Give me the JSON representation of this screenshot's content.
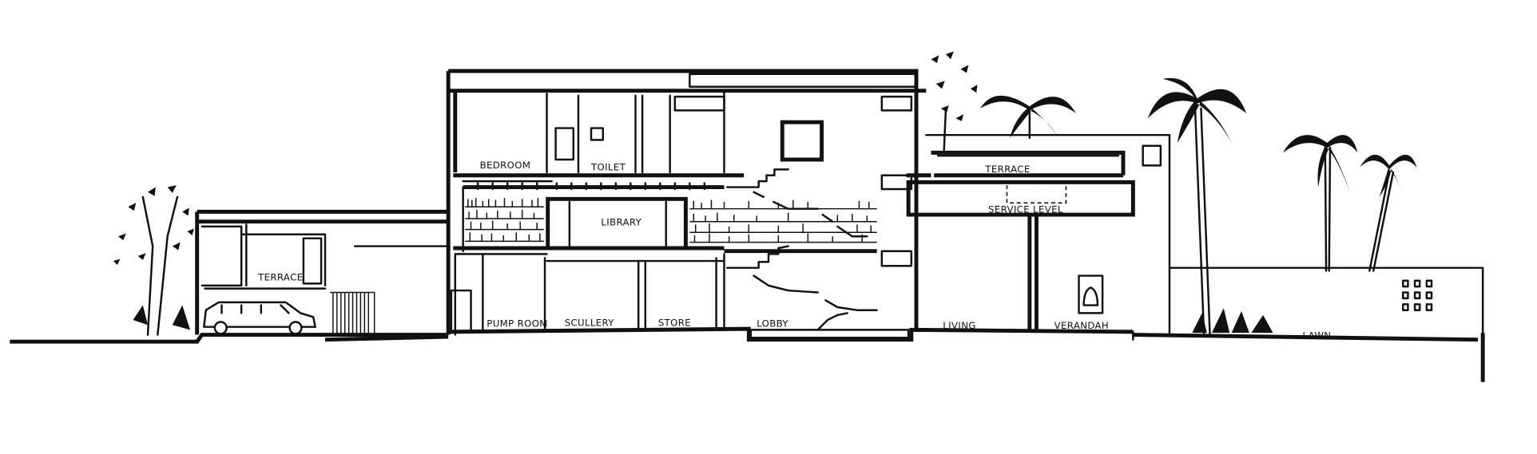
{
  "drawing": {
    "type": "architectural section sketch",
    "labels": {
      "bedroom": "BEDROOM",
      "toilet": "TOILET",
      "library": "LIBRARY",
      "terrace_upper": "TERRACE",
      "service_level": "SERVICE LEVEL",
      "terrace_left": "TERRACE",
      "pump_room": "PUMP ROOM",
      "scullery": "SCULLERY",
      "store": "STORE",
      "lobby": "LOBBY",
      "living": "LIVING",
      "verandah": "VERANDAH",
      "lawn": "LAWN"
    },
    "ink_color": "#111111",
    "paper_color": "#ffffff"
  }
}
